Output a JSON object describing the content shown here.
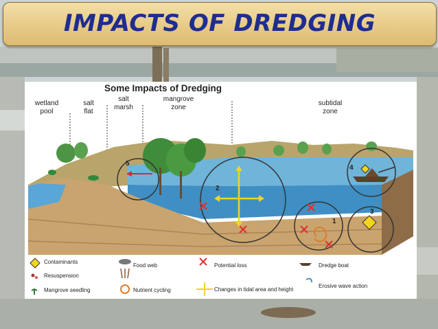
{
  "title": "IMPACTS OF DREDGING",
  "diagram": {
    "title": "Some Impacts of Dredging",
    "zones": {
      "wetland_pool": [
        "wetland",
        "pool"
      ],
      "salt_flat": [
        "salt",
        "flat"
      ],
      "salt_marsh": [
        "salt",
        "marsh"
      ],
      "mangrove_zone": [
        "mangrove",
        "zone"
      ],
      "subtidal_zone": [
        "subtidal",
        "zone"
      ]
    },
    "markers": [
      "1",
      "2",
      "3",
      "4",
      "5"
    ],
    "legend": {
      "contaminants": "Contaminants",
      "resuspension": "Resuspension",
      "mangrove_seedling": "Mangrove seedling",
      "food_web": "Food web",
      "nutrient_cycling": "Nutrient cycling",
      "potential_loss": "Potential loss",
      "tidal_changes": "Changes in tidal area and height",
      "dredge_boat": "Dredge boat",
      "erosive_wave": "Erosive wave action"
    }
  },
  "colors": {
    "title_text": "#1e2d8f",
    "banner": "#e8cc8a",
    "water": "#2f7fb8",
    "sediment": "#c9a46e",
    "loss_mark": "#e0302b",
    "contaminant": "#f2d51c",
    "tidal_arrow": "#f1d32a"
  }
}
